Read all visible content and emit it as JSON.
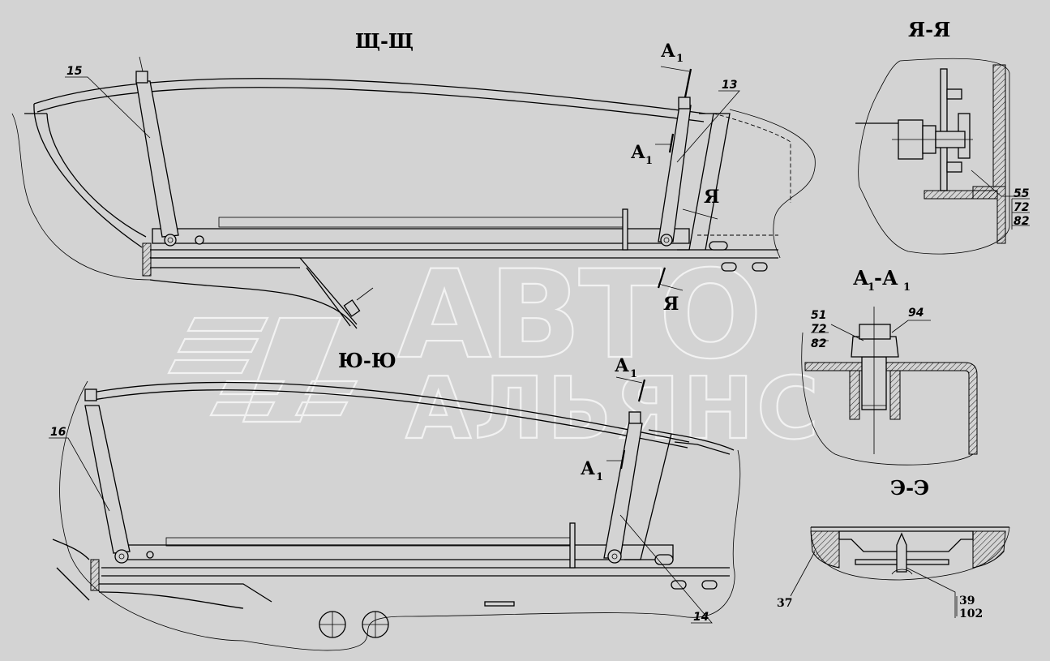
{
  "sections": {
    "shch": "Щ-Щ",
    "yu": "Ю-Ю",
    "ya": "Я-Я",
    "a1": "А",
    "a1_sub": "1",
    "a1_dash": "-А",
    "e": "Э-Э"
  },
  "markers": {
    "a": "А",
    "a_sub": "1",
    "ya": "Я"
  },
  "callouts": {
    "p13": "13",
    "p14": "14",
    "p15": "15",
    "p16": "16",
    "p37": "37",
    "p39": "39",
    "p102": "102",
    "p51": "51",
    "p72": "72",
    "p82": "82",
    "p94": "94",
    "p55": "55"
  },
  "watermark": {
    "line1": "АВТО",
    "line2": "АЛЬЯНС"
  },
  "colors": {
    "background": "#d3d3d3",
    "ink": "#000000",
    "watermark": "#f2f2f2"
  }
}
